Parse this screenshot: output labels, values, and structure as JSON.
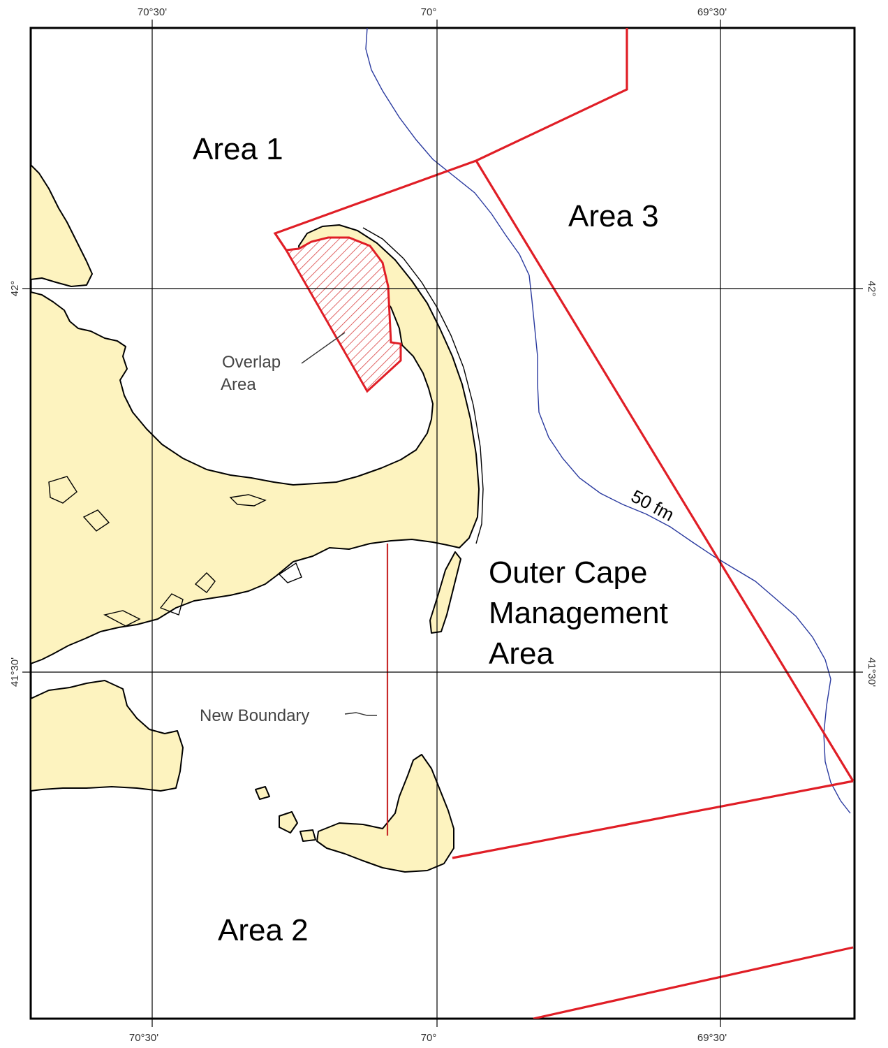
{
  "map": {
    "areas": {
      "area1": "Area 1",
      "area2": "Area 2",
      "area3": "Area 3",
      "outer_cape": [
        "Outer Cape",
        "Management",
        "Area"
      ]
    },
    "annotations": {
      "overlap": [
        "Overlap",
        "Area"
      ],
      "new_boundary": "New Boundary",
      "contour": "50 fm"
    },
    "coordinates": {
      "lon_top": [
        "70°30'",
        "70°",
        "69°30'"
      ],
      "lon_bottom": [
        "70°30'",
        "70°",
        "69°30'"
      ],
      "lat_left": [
        "42°",
        "41°30'"
      ],
      "lat_right": [
        "42°",
        "41°30'"
      ]
    },
    "colors": {
      "land": "#fdf3bf",
      "boundary": "#e01e26",
      "contour": "#2a3a9f",
      "graticule": "#000000"
    }
  }
}
